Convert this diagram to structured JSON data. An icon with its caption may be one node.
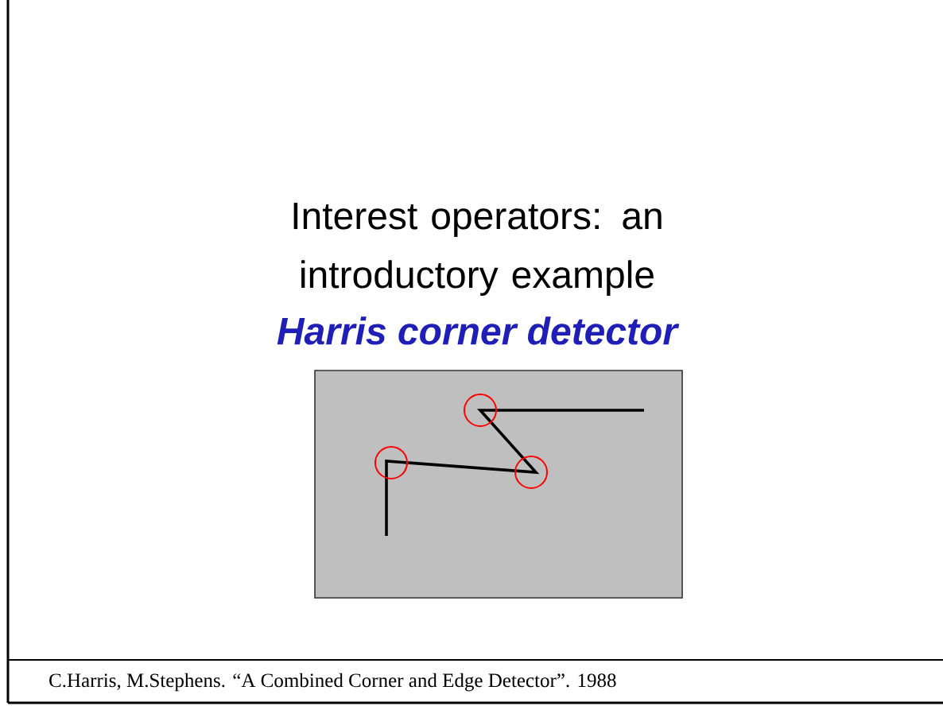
{
  "diagram": {
    "title": "Interest operators: an introductory example",
    "labels": [
      "Harris corner detector"
    ],
    "caption": "C.Harris, M.Stephens. “A Combined Corner and Edge Detector”. 1988"
  }
}
